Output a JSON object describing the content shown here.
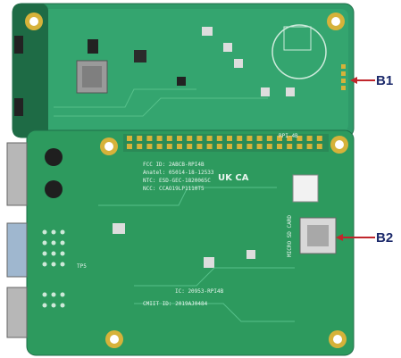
{
  "labels": {
    "b1": "B1",
    "b2": "B2"
  },
  "board_text": {
    "top_model": "RPI-4B",
    "badge": "UK CA",
    "line1": "FCC ID: 2ABCB-RPI4B",
    "line2": "Anatel: 05014-18-12533",
    "line3": "NTC: ESD-GEC-1820065C",
    "line4": "NCC: CCAO19LP1110T5",
    "card": "MICRO SD CARD",
    "ic": "IC: 20953-RPI4B",
    "cmiit": "CMIIT ID: 2019AJ0484",
    "tpx": "TP5"
  },
  "colors": {
    "pcb_top": "#2f9a69",
    "pcb_bottom": "#2d9a5e",
    "pad_gold": "#d6b23a",
    "arrow": "#c0262c",
    "label": "#1c2a6b"
  }
}
